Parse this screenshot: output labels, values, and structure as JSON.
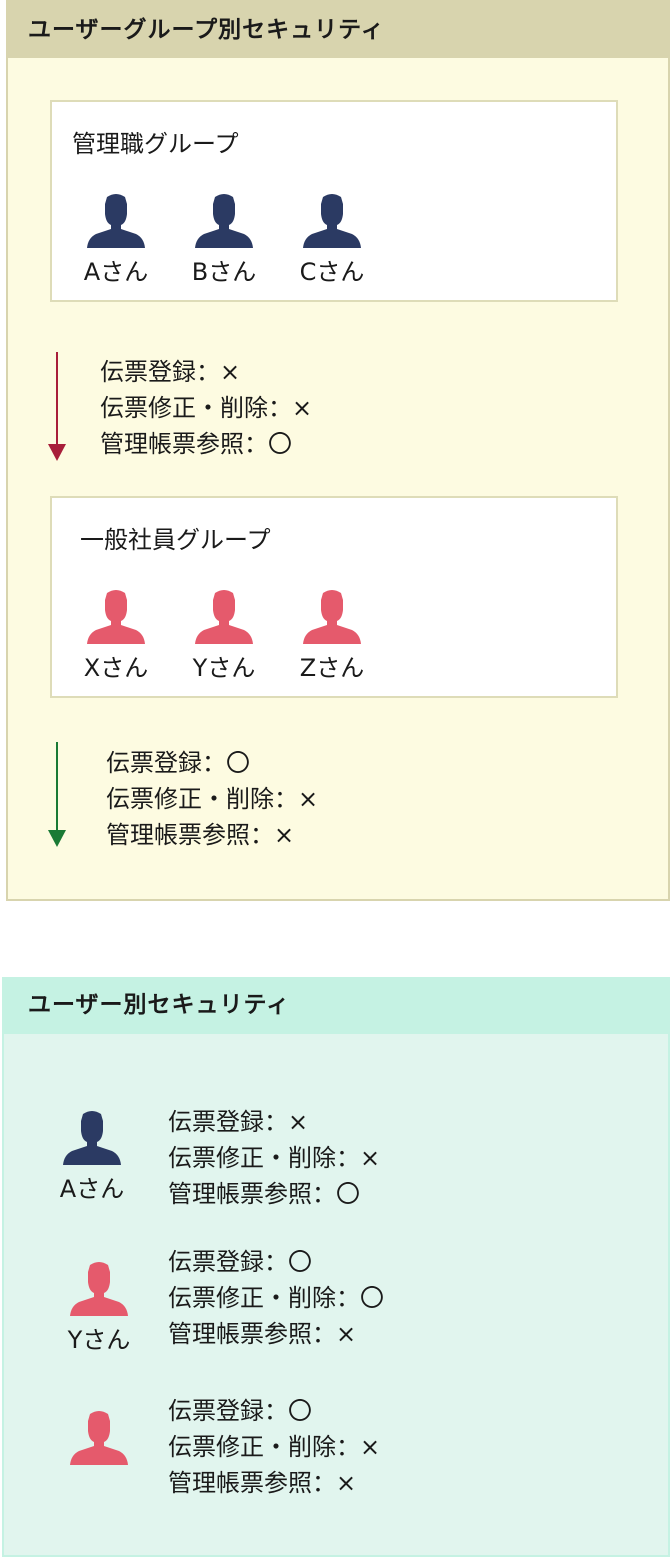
{
  "group_section": {
    "title": "ユーザーグループ別セキュリティ",
    "manager_group": {
      "title": "管理職グループ",
      "members": [
        "Aさん",
        "Bさん",
        "Cさん"
      ],
      "color": "#2b3a63"
    },
    "manager_permissions": [
      "伝票登録：×",
      "伝票修正・削除：×",
      "管理帳票参照：〇"
    ],
    "manager_arrow_color": "#a81e3a",
    "employee_group": {
      "title": "一般社員グループ",
      "members": [
        "Xさん",
        "Yさん",
        "Zさん"
      ],
      "color": "#e55a6c"
    },
    "employee_permissions": [
      "伝票登録：〇",
      "伝票修正・削除：×",
      "管理帳票参照：×"
    ],
    "employee_arrow_color": "#1a7a35"
  },
  "user_section": {
    "title": "ユーザー別セキュリティ",
    "users": [
      {
        "name": "Aさん",
        "color": "#2b3a63",
        "permissions": [
          "伝票登録：×",
          "伝票修正・削除：×",
          "管理帳票参照：〇"
        ]
      },
      {
        "name": "Yさん",
        "color": "#e55a6c",
        "permissions": [
          "伝票登録：〇",
          "伝票修正・削除：〇",
          "管理帳票参照：×"
        ]
      },
      {
        "name": "",
        "color": "#e55a6c",
        "permissions": [
          "伝票登録：〇",
          "伝票修正・削除：×",
          "管理帳票参照：×"
        ]
      }
    ]
  }
}
